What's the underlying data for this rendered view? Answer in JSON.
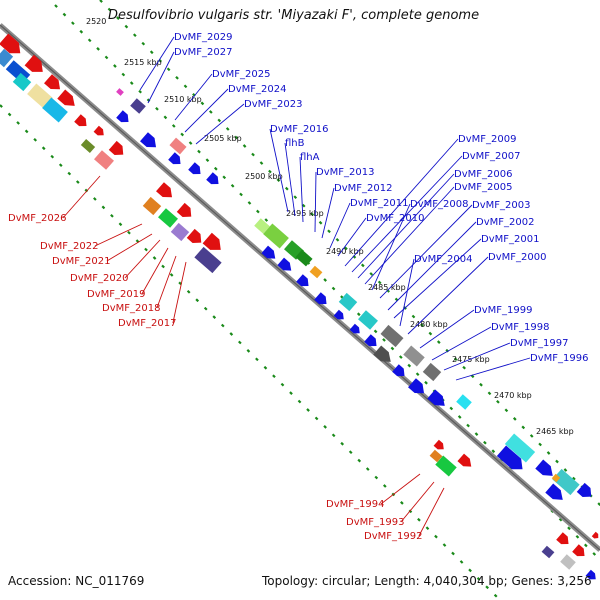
{
  "title": "Desulfovibrio vulgaris str. 'Miyazaki F', complete genome",
  "footer": {
    "accession": "Accession: NC_011769",
    "summary": "Topology: circular; Length: 4,040,304 bp; Genes: 3,256"
  },
  "ticks": [
    "2520",
    "2515 kbp",
    "2510 kbp",
    "2505 kbp",
    "2500 kbp",
    "2495 kbp",
    "2490 kbp",
    "2485 kbp",
    "2480 kbp",
    "2475 kbp",
    "2470 kbp",
    "2465 kbp"
  ],
  "labels_top": [
    "DvMF_2029",
    "DvMF_2027",
    "DvMF_2025",
    "DvMF_2024",
    "DvMF_2023",
    "DvMF_2016",
    "flhB",
    "flhA",
    "DvMF_2013",
    "DvMF_2012",
    "DvMF_2011",
    "DvMF_2010",
    "DvMF_2009",
    "DvMF_2007",
    "DvMF_2006",
    "DvMF_2005",
    "DvMF_2008",
    "DvMF_2003",
    "DvMF_2002",
    "DvMF_2001",
    "DvMF_2004",
    "DvMF_2000",
    "DvMF_1999",
    "DvMF_1998",
    "DvMF_1997",
    "DvMF_1996"
  ],
  "labels_bottom": [
    "DvMF_2026",
    "DvMF_2022",
    "DvMF_2021",
    "DvMF_2020",
    "DvMF_2019",
    "DvMF_2018",
    "DvMF_2017",
    "DvMF_1994",
    "DvMF_1993",
    "DvMF_1992"
  ],
  "colors": {
    "forward_label": "#1010c8",
    "reverse_label": "#c81010",
    "backbone": "#8c8c8c",
    "tick_track": "#1a8a1a"
  }
}
